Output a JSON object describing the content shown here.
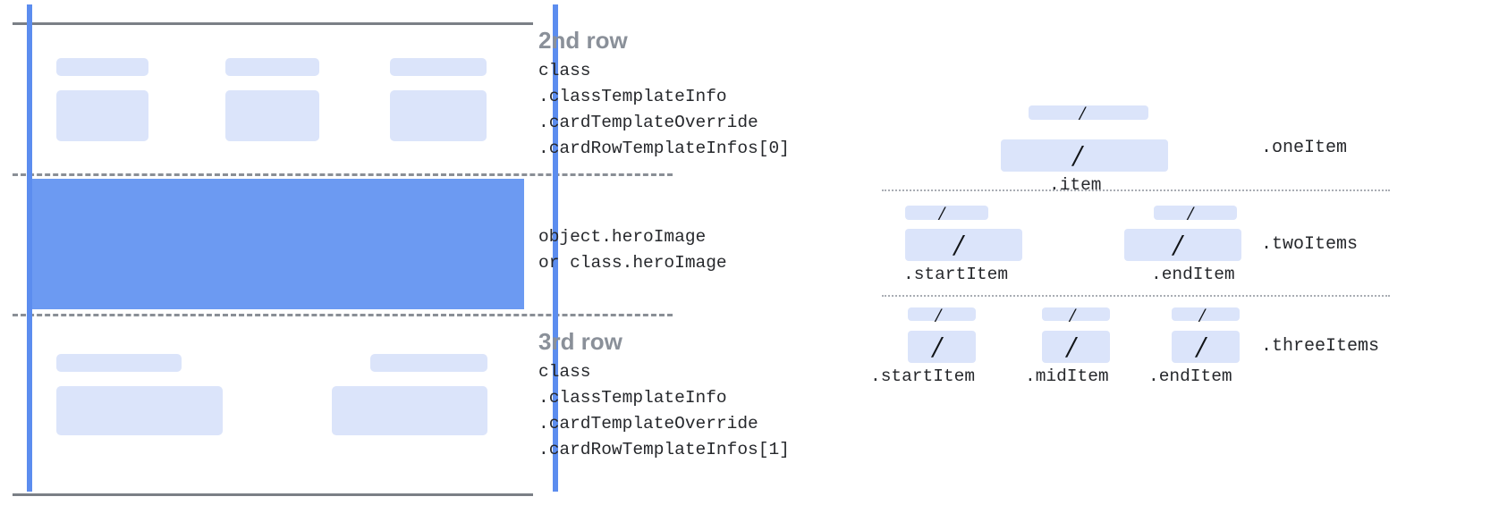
{
  "colors": {
    "accent_blue": "#5c8def",
    "hero_blue": "#6c9af2",
    "placeholder_blue": "#dbe4fa",
    "rule_gray": "#7b7f86",
    "title_gray": "#8a9099",
    "code_black": "#26282c"
  },
  "card_diagram": {
    "rows": [
      {
        "name": "second-row",
        "title": "2nd row",
        "code": "class\n.classTemplateInfo\n.cardTemplateOverride\n.cardRowTemplateInfos[0]",
        "cells": 3
      },
      {
        "name": "hero-image",
        "title": "",
        "code": "object.heroImage\nor class.heroImage",
        "cells": 0
      },
      {
        "name": "third-row",
        "title": "3rd row",
        "code": "class\n.classTemplateInfo\n.cardTemplateOverride\n.cardRowTemplateInfos[1]",
        "cells": 2
      }
    ]
  },
  "item_diagram": {
    "groups": [
      {
        "name": "one-item",
        "group_label": ".oneItem",
        "slots": [
          {
            "label": ".item",
            "glyph": "/"
          }
        ]
      },
      {
        "name": "two-items",
        "group_label": ".twoItems",
        "slots": [
          {
            "label": ".startItem",
            "glyph": "/"
          },
          {
            "label": ".endItem",
            "glyph": "/"
          }
        ]
      },
      {
        "name": "three-items",
        "group_label": ".threeItems",
        "slots": [
          {
            "label": ".startItem",
            "glyph": "/"
          },
          {
            "label": ".midItem",
            "glyph": "/"
          },
          {
            "label": ".endItem",
            "glyph": "/"
          }
        ]
      }
    ]
  }
}
